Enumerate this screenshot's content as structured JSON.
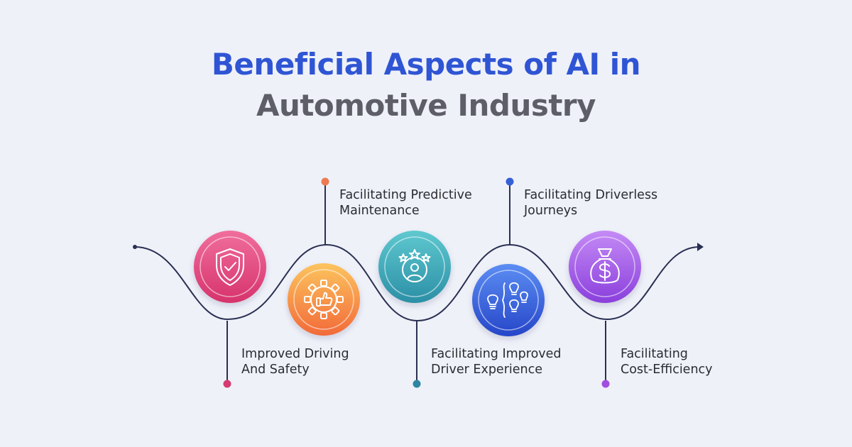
{
  "title": {
    "line1": "Beneficial Aspects of AI in",
    "line2": "Automotive Industry",
    "line1_color": "#2f55d4",
    "line2_color": "#5e5e68"
  },
  "steps": [
    {
      "id": "improved-driving-safety",
      "icon": "shield-check-icon",
      "line1": "Improved Driving",
      "line2": "And Safety",
      "color_top": "#f06e9c",
      "color_bottom": "#d6336c",
      "dot_color": "#d63a72"
    },
    {
      "id": "predictive-maintenance",
      "icon": "gear-thumbs-up-icon",
      "line1": "Facilitating Predictive",
      "line2": "Maintenance",
      "color_top": "#fcc45e",
      "color_bottom": "#f26a39",
      "dot_color": "#ee7a4f"
    },
    {
      "id": "improved-driver-experience",
      "icon": "person-stars-icon",
      "line1": "Facilitating Improved",
      "line2": "Driver Experience",
      "color_top": "#5fc8cf",
      "color_bottom": "#2b8fa6",
      "dot_color": "#2f85a3"
    },
    {
      "id": "driverless-journeys",
      "icon": "lightbulbs-icon",
      "line1": "Facilitating Driverless",
      "line2": "Journeys",
      "color_top": "#5b8df2",
      "color_bottom": "#2646c9",
      "dot_color": "#3560d6"
    },
    {
      "id": "cost-efficiency",
      "icon": "money-bag-icon",
      "line1": "Facilitating",
      "line2": "Cost-Efficiency",
      "color_top": "#c48af5",
      "color_bottom": "#8a3fdc",
      "dot_color": "#a24fe0"
    }
  ]
}
